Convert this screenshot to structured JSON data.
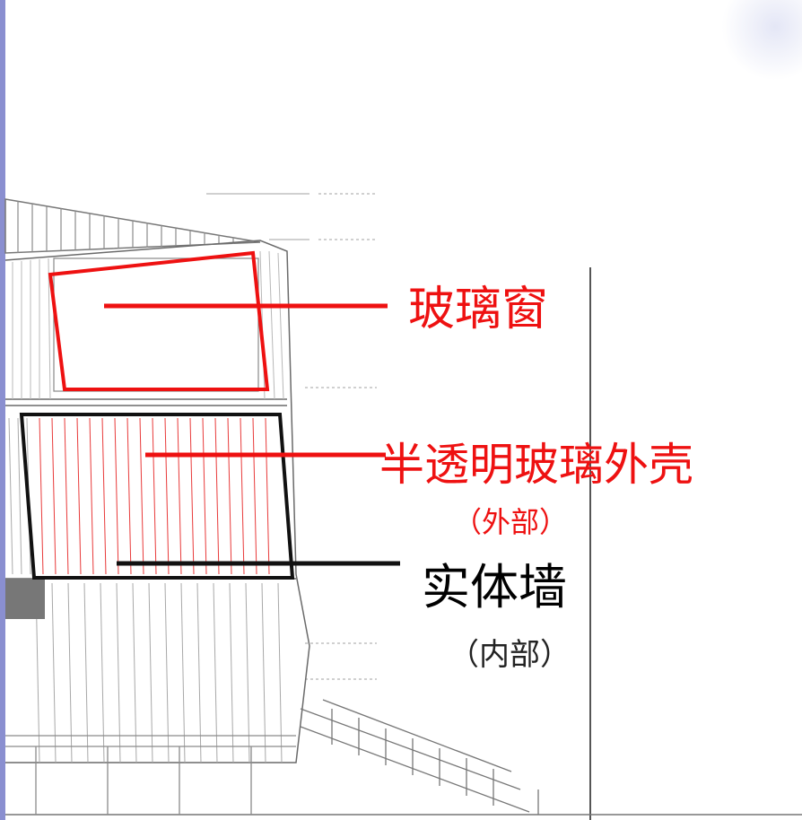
{
  "labels": {
    "glass_window": "玻璃窗",
    "translucent_shell": "半透明玻璃外壳",
    "translucent_shell_note": "（外部）",
    "solid_wall": "实体墙",
    "solid_wall_note": "（内部）"
  },
  "colors": {
    "annotation_red": "#ee1111",
    "annotation_black": "#000000",
    "left_accent_bar": "#8a8fd0",
    "drawing_line": "#9a9a9a"
  }
}
